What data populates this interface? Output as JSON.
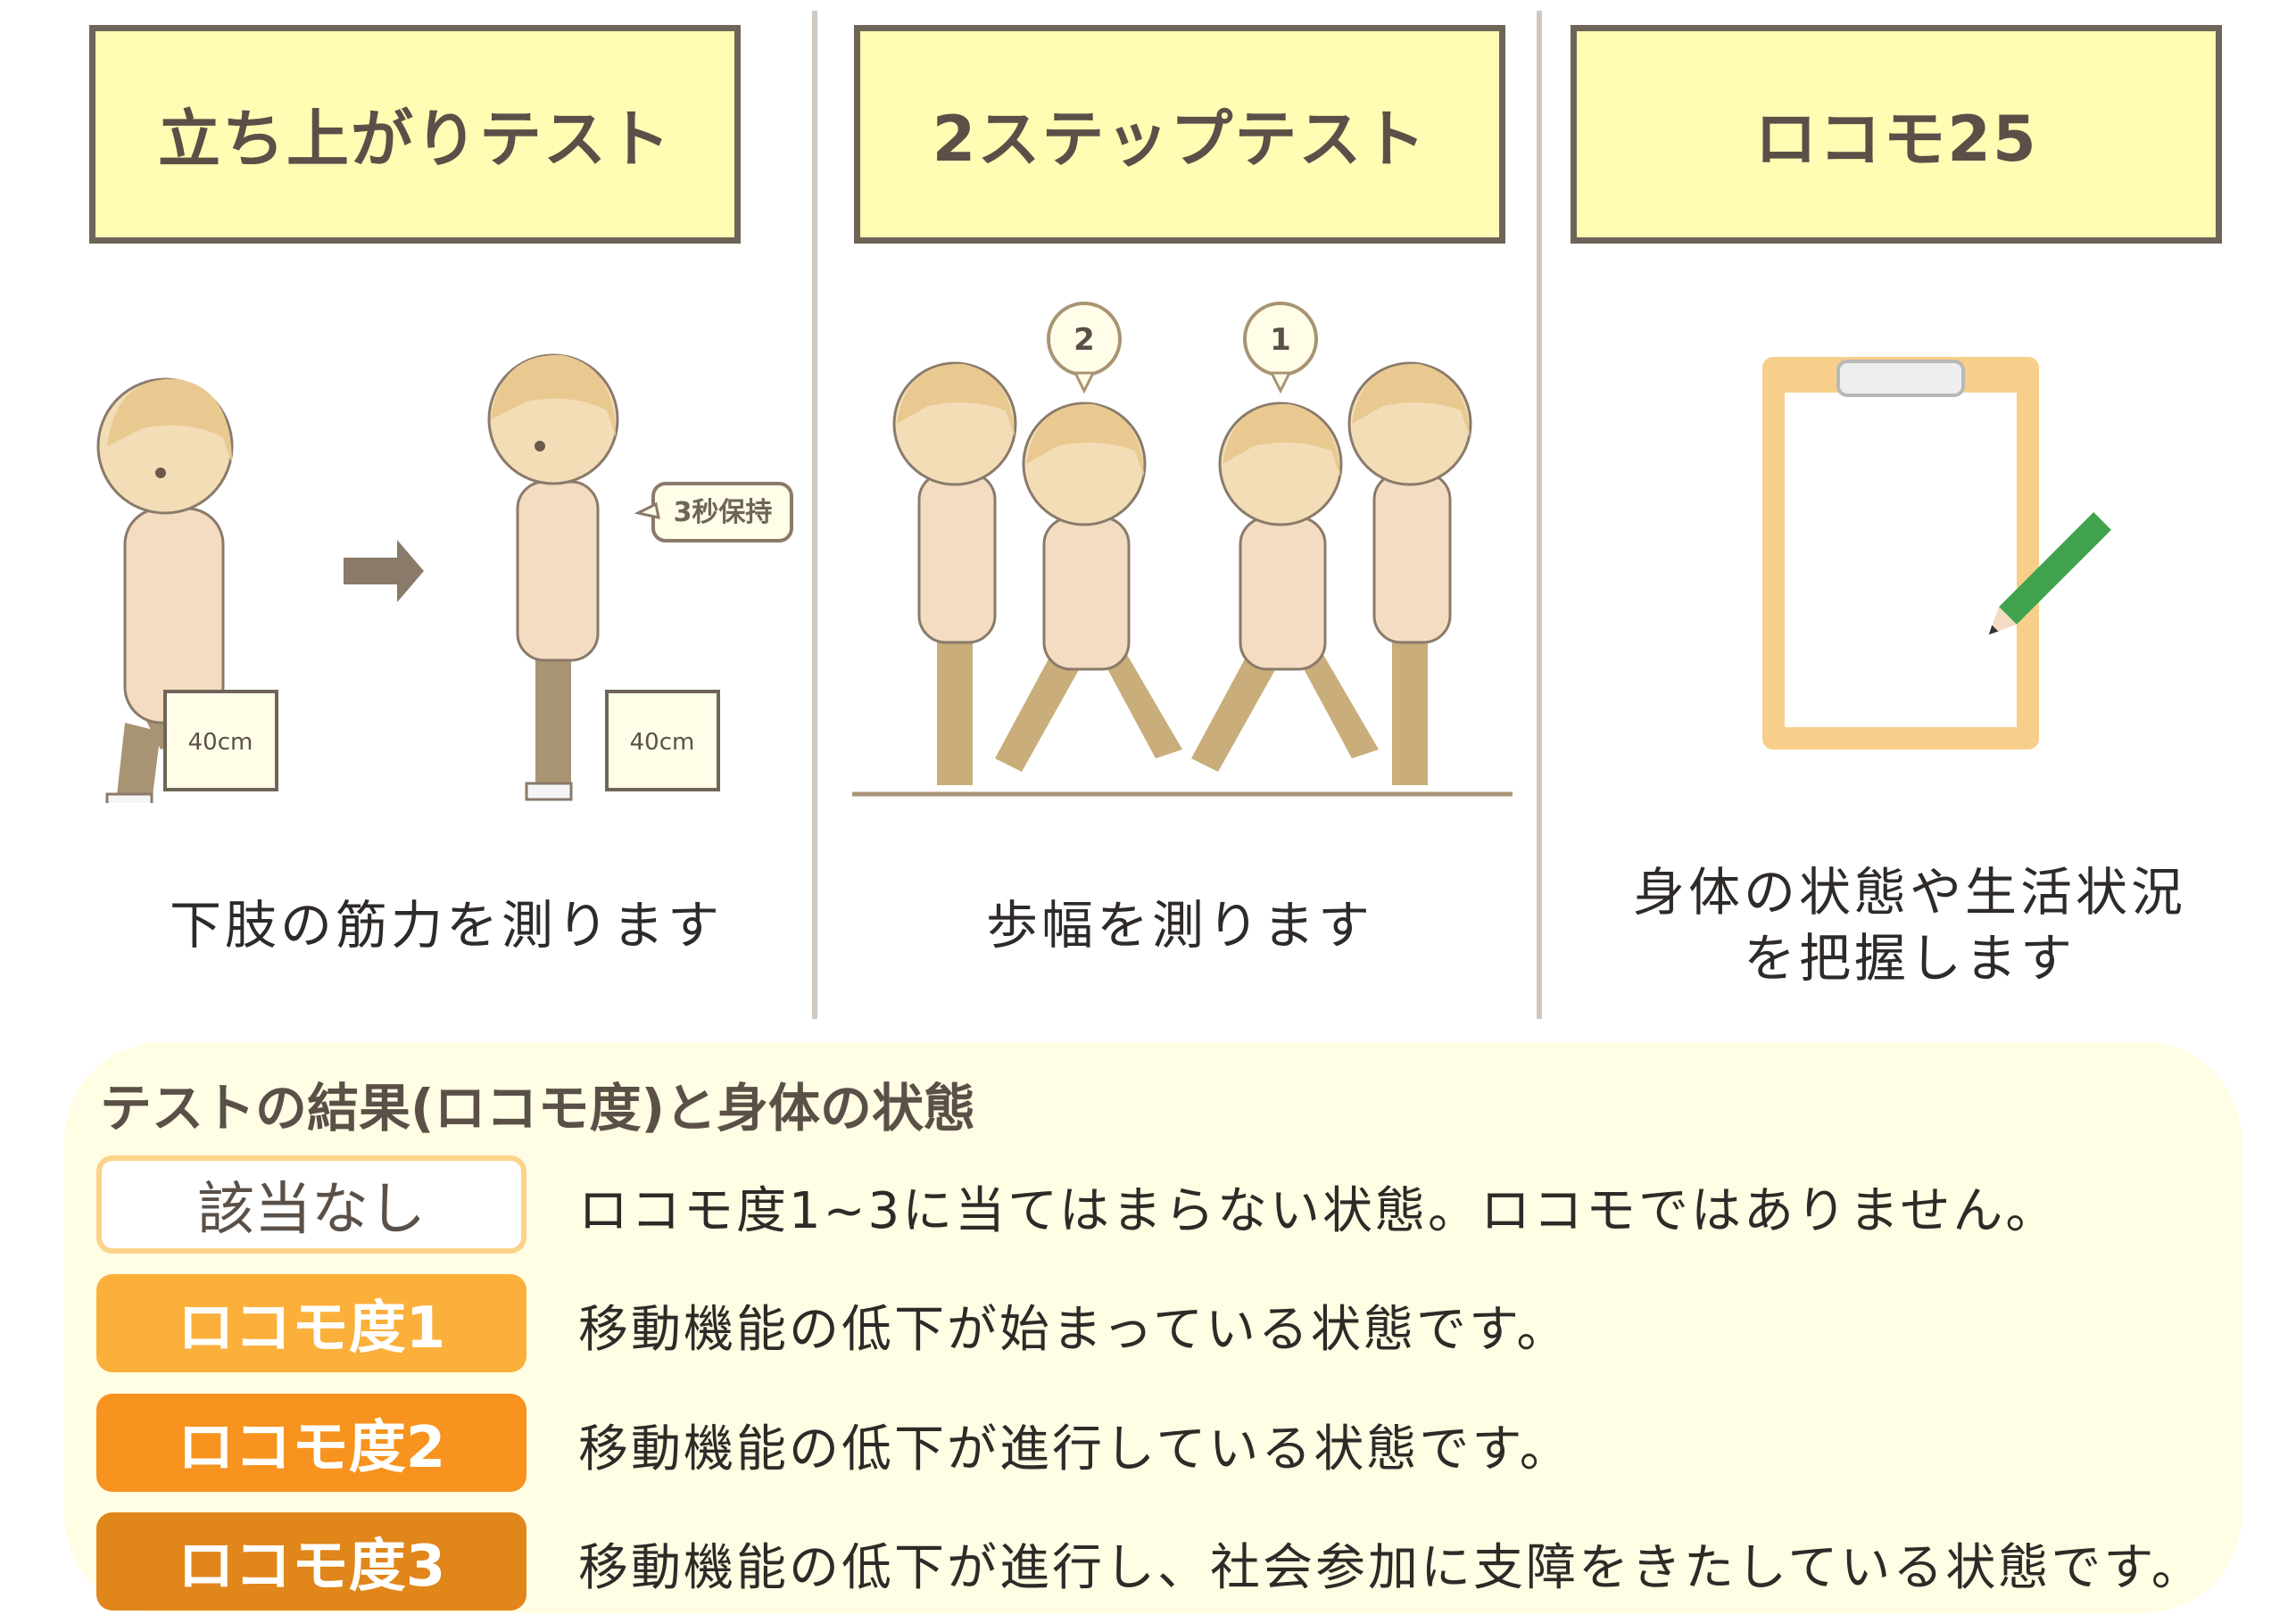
{
  "panels": [
    {
      "title": "立ち上がりテスト",
      "description": [
        "下肢の筋力を測ります"
      ]
    },
    {
      "title": "2ステップテスト",
      "description": [
        "歩幅を測ります"
      ]
    },
    {
      "title": "ロコモ25",
      "description": [
        "身体の状態や生活状況",
        "を把握します"
      ]
    }
  ],
  "illustration": {
    "box_label": "40cm",
    "hold_label": "3秒保持",
    "step_labels": [
      "2",
      "1"
    ]
  },
  "results": {
    "title": "テストの結果(ロコモ度)と身体の状態",
    "levels": [
      {
        "label": "該当なし",
        "text": "ロコモ度1~3に当てはまらない状態。ロコモではありません。",
        "color": "#ffffff"
      },
      {
        "label": "ロコモ度1",
        "text": "移動機能の低下が始まっている状態です。",
        "color": "#fbb03b"
      },
      {
        "label": "ロコモ度2",
        "text": "移動機能の低下が進行している状態です。",
        "color": "#f7931e"
      },
      {
        "label": "ロコモ度3",
        "text": "移動機能の低下が進行し、社会参加に支障をきたしている状態です。",
        "color": "#e0861a"
      }
    ]
  },
  "colors": {
    "title_fill": "#fffcb4",
    "title_border": "#6e6558",
    "panel_fill": "#fffde3",
    "accent_orange": "#f7931e"
  }
}
